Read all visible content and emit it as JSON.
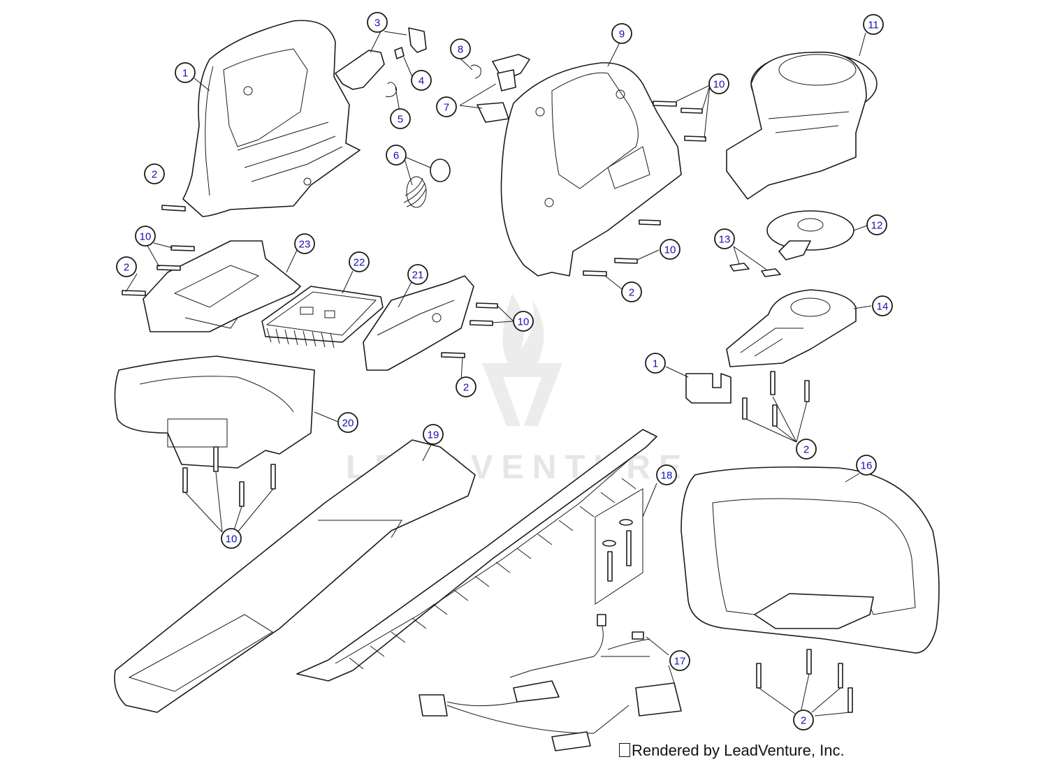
{
  "watermark": "LEADVENTURE",
  "credit": "Rendered by LeadVenture, Inc.",
  "callouts": [
    {
      "id": "c1a",
      "label": "1"
    },
    {
      "id": "c2a",
      "label": "2"
    },
    {
      "id": "c3",
      "label": "3"
    },
    {
      "id": "c4",
      "label": "4"
    },
    {
      "id": "c5",
      "label": "5"
    },
    {
      "id": "c6",
      "label": "6"
    },
    {
      "id": "c7",
      "label": "7"
    },
    {
      "id": "c8",
      "label": "8"
    },
    {
      "id": "c9",
      "label": "9"
    },
    {
      "id": "c10a",
      "label": "10"
    },
    {
      "id": "c11",
      "label": "11"
    },
    {
      "id": "c12",
      "label": "12"
    },
    {
      "id": "c13",
      "label": "13"
    },
    {
      "id": "c10b",
      "label": "10"
    },
    {
      "id": "c2b",
      "label": "2"
    },
    {
      "id": "c14",
      "label": "14"
    },
    {
      "id": "c10c",
      "label": "10"
    },
    {
      "id": "c23",
      "label": "23"
    },
    {
      "id": "c2c",
      "label": "2"
    },
    {
      "id": "c22",
      "label": "22"
    },
    {
      "id": "c21",
      "label": "21"
    },
    {
      "id": "c10d",
      "label": "10"
    },
    {
      "id": "c2d",
      "label": "2"
    },
    {
      "id": "c1b",
      "label": "1"
    },
    {
      "id": "c20",
      "label": "20"
    },
    {
      "id": "c2e",
      "label": "2"
    },
    {
      "id": "c19",
      "label": "19"
    },
    {
      "id": "c18",
      "label": "18"
    },
    {
      "id": "c16",
      "label": "16"
    },
    {
      "id": "c10e",
      "label": "10"
    },
    {
      "id": "c17",
      "label": "17"
    },
    {
      "id": "c2f",
      "label": "2"
    }
  ]
}
